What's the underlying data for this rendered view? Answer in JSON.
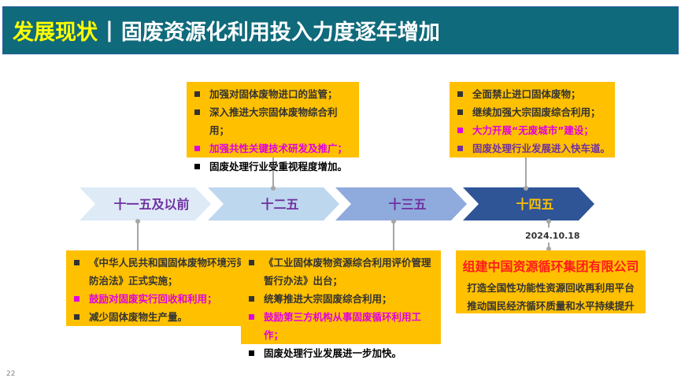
{
  "header": {
    "highlight": "发展现状",
    "separator": "|",
    "title": "固废资源化利用投入力度逐年增加"
  },
  "timeline": [
    {
      "label": "十一五及以前",
      "fill": "#deebf7",
      "text_color": "#7030a0"
    },
    {
      "label": "十二五",
      "fill": "#bdd7ee",
      "text_color": "#7030a0"
    },
    {
      "label": "十三五",
      "fill": "#8faadc",
      "text_color": "#7030a0"
    },
    {
      "label": "十四五",
      "fill": "#2f5597",
      "text_color": "#ffc000"
    }
  ],
  "top_boxes": [
    {
      "items": [
        {
          "text": "加强对固体废物进口的监管；",
          "style": ""
        },
        {
          "text": "深入推进大宗固体废物综合利用；",
          "style": ""
        },
        {
          "text": "加强共性关键技术研发及推广；",
          "style": "pink"
        },
        {
          "text": "固废处理行业受重视程度增加。",
          "style": "black"
        }
      ]
    },
    {
      "items": [
        {
          "text": "全面禁止进口固体废物；",
          "style": ""
        },
        {
          "text": "继续加强大宗固废综合利用；",
          "style": ""
        },
        {
          "text": "大力开展“无废城市”建设；",
          "style": "pink"
        },
        {
          "text": "固废处理行业发展进入快车道。",
          "style": "purple"
        }
      ]
    }
  ],
  "bottom_boxes": [
    {
      "items": [
        {
          "text": "《中华人民共和国固体废物环境污染防治法》正式实施；",
          "style": ""
        },
        {
          "text": "鼓励对固废实行回收和利用；",
          "style": "pink"
        },
        {
          "text": "减少固体废物生产量。",
          "style": ""
        }
      ]
    },
    {
      "items": [
        {
          "text": "《工业固体废物资源综合利用评价管理暂行办法》出台；",
          "style": ""
        },
        {
          "text": "统筹推进大宗固废综合利用；",
          "style": ""
        },
        {
          "text": "鼓励第三方机构从事固废循环利用工作；",
          "style": "pink"
        },
        {
          "text": "固废处理行业发展进一步加快。",
          "style": "black"
        }
      ]
    }
  ],
  "event": {
    "date": "2024.10.18",
    "title": "组建中国资源循环集团有限公司",
    "lines": [
      "打造全国性功能性资源回收再利用平台",
      "推动国民经济循环质量和水平持续提升"
    ]
  },
  "page_number": "22"
}
